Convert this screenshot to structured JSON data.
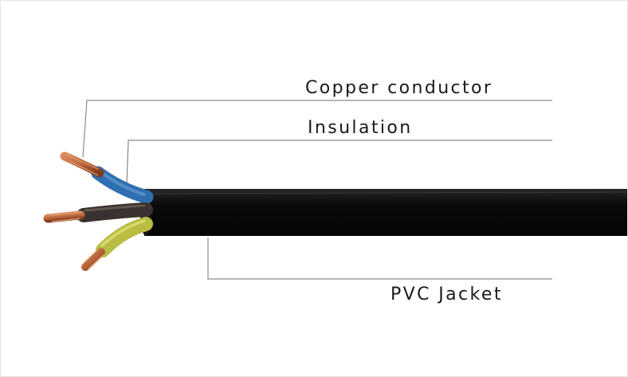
{
  "diagram": {
    "labels": {
      "copper_conductor": "Copper conductor",
      "insulation": "Insulation",
      "pvc_jacket": "PVC Jacket"
    },
    "colors": {
      "jacket": "#0d0d0d",
      "insulation_blue": "#2f6fb0",
      "insulation_brown": "#3a3230",
      "insulation_yellow_green": "#b9bd43",
      "copper": "#b8643c",
      "leader_line": "#8a8a8a",
      "label_text": "#1a1a1a"
    }
  }
}
